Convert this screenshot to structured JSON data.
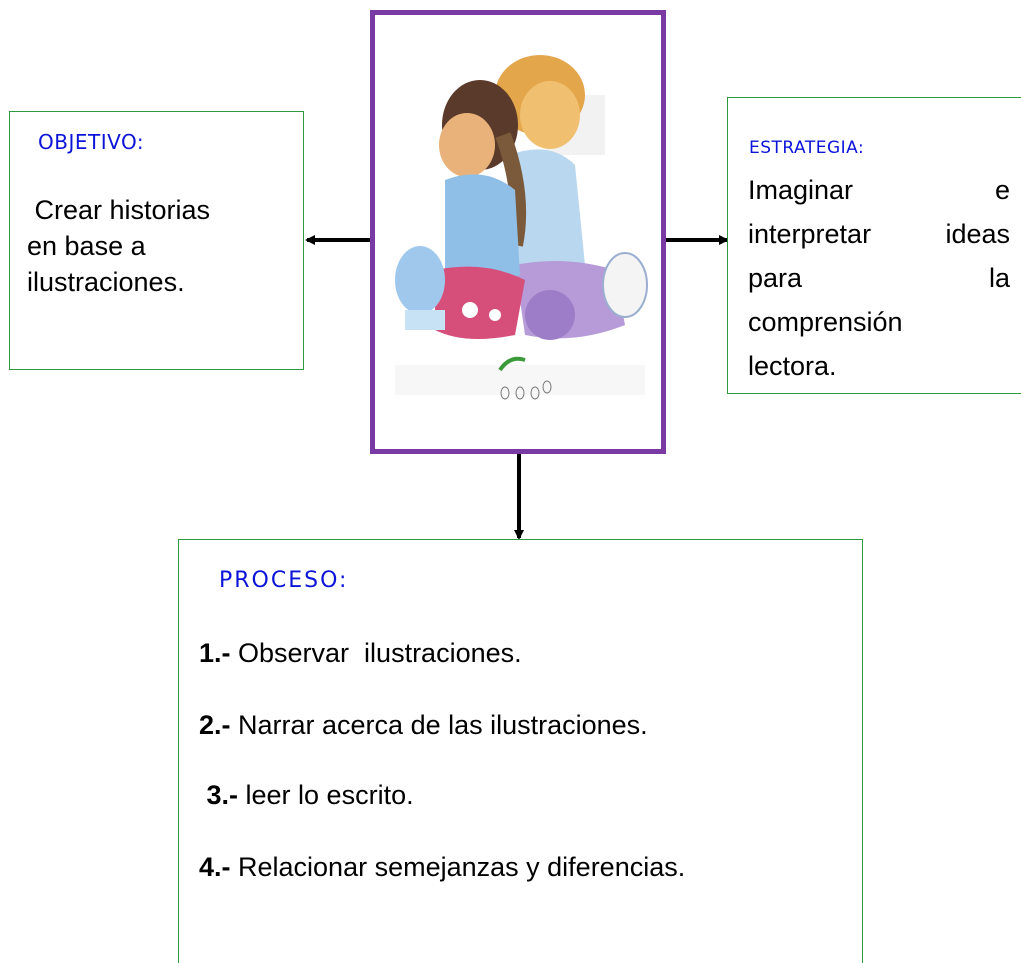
{
  "objetivo": {
    "heading": "OBJETIVO:",
    "lines": [
      " Crear historias",
      "en base a",
      "ilustraciones."
    ]
  },
  "estrategia": {
    "heading": "ESTRATEGIA:",
    "lines": [
      "Imaginar e",
      "interpretar ideas",
      "para la",
      "comprensión",
      "lectora."
    ]
  },
  "proceso": {
    "heading": "PROCESO:",
    "steps": [
      {
        "num": "1.-",
        "text": " Observar  ilustraciones."
      },
      {
        "num": "2.-",
        "text": " Narrar acerca de las ilustraciones."
      },
      {
        "num": " 3.-",
        "text": " leer lo escrito."
      },
      {
        "num": "4.-",
        "text": " Relacionar semejanzas y diferencias."
      }
    ]
  },
  "colors": {
    "box_border": "#2e9a3e",
    "heading": "#0b14d8",
    "frame_border": "#7a3aa3",
    "arrow": "#000000"
  },
  "illustration": {
    "icon": "two-children-sitting-back-to-back-illustration"
  }
}
